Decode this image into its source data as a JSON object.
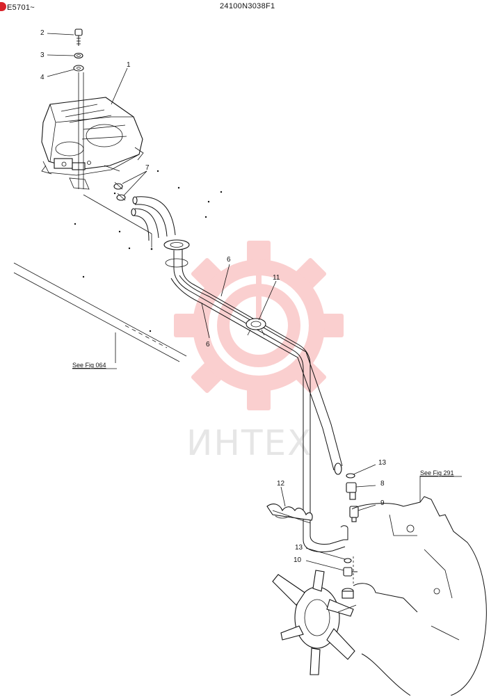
{
  "header": {
    "serial": "E5701~",
    "drawing_code": "24100N3038F1"
  },
  "watermark": {
    "text": "ИНТЕХ",
    "color": "#f26b6b"
  },
  "callouts": [
    "1",
    "2",
    "3",
    "4",
    "6",
    "6",
    "7",
    "8",
    "9",
    "10",
    "11",
    "12",
    "13",
    "13"
  ],
  "references": {
    "left": "See Fig 064",
    "right": "See Fig 291"
  }
}
